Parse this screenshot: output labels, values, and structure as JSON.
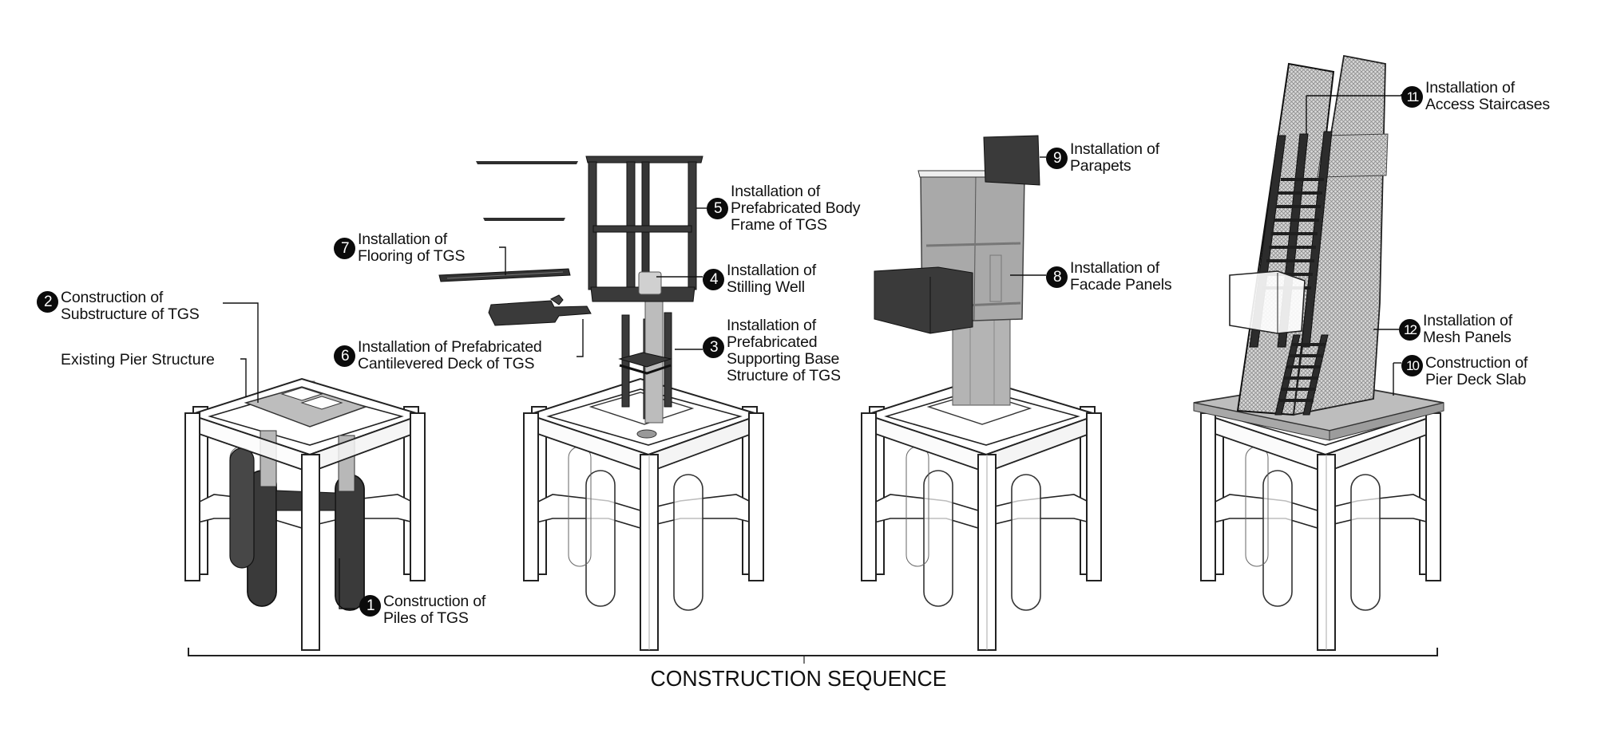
{
  "title": "CONSTRUCTION SEQUENCE",
  "existing_label": "Existing Pier Structure",
  "colors": {
    "ink": "#111111",
    "dark_steel": "#3a3a3a",
    "concrete_grey": "#b8b8b8",
    "facade_grey": "#a9a9a9",
    "background": "#ffffff"
  },
  "stages": [
    {
      "name": "stage-1-substructure"
    },
    {
      "name": "stage-2-frame-assembly"
    },
    {
      "name": "stage-3-facade"
    },
    {
      "name": "stage-4-deck-and-mesh"
    }
  ],
  "callouts": [
    {
      "number": "1",
      "lines": [
        "Construction of",
        "Piles of TGS"
      ]
    },
    {
      "number": "2",
      "lines": [
        "Construction of",
        "Substructure of TGS"
      ]
    },
    {
      "number": "3",
      "lines": [
        "Installation of",
        "Prefabricated",
        "Supporting Base",
        "Structure of TGS"
      ]
    },
    {
      "number": "4",
      "lines": [
        "Installation of",
        "Stilling Well"
      ]
    },
    {
      "number": "5",
      "lines": [
        "Installation of",
        "Prefabricated Body",
        "Frame of TGS"
      ]
    },
    {
      "number": "6",
      "lines": [
        "Installation of Prefabricated",
        "Cantilevered Deck of TGS"
      ]
    },
    {
      "number": "7",
      "lines": [
        "Installation of",
        "Flooring of TGS"
      ]
    },
    {
      "number": "8",
      "lines": [
        "Installation of",
        "Facade Panels"
      ]
    },
    {
      "number": "9",
      "lines": [
        "Installation of",
        "Parapets"
      ]
    },
    {
      "number": "10",
      "lines": [
        "Construction of",
        "Pier Deck Slab"
      ]
    },
    {
      "number": "11",
      "lines": [
        "Installation of",
        "Access Staircases"
      ]
    },
    {
      "number": "12",
      "lines": [
        "Installation of",
        "Mesh Panels"
      ]
    }
  ]
}
